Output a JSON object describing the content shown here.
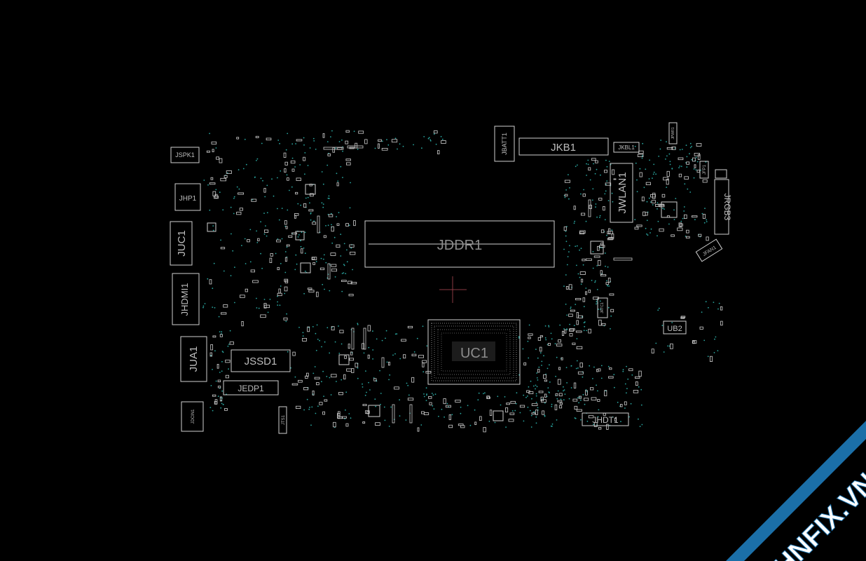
{
  "colors": {
    "background": "#000000",
    "outline": "#cfcfcf",
    "label": "#bdbdbd",
    "via": "#2aa6a0",
    "origin_marker": "#8a3a42",
    "watermark_band": "#1b6fa8"
  },
  "connectors": {
    "jkb1": "JKB1",
    "jbatt1": "JBATT1",
    "jkbl1": "JKBL1",
    "jwlan1": "JWLAN1",
    "jddr1": "JDDR1",
    "uc1": "UC1",
    "jspk1": "JSPK1",
    "jhp1": "JHP1",
    "juc1": "JUC1",
    "jhdmi1": "JHDMI1",
    "jua1": "JUA1",
    "jssd1": "JSSD1",
    "jedp1": "JEDP1",
    "jdcin1": "JDCIN1",
    "jhdt1": "JHDT1",
    "ub2": "UB2",
    "jrgb3": "JRGB3",
    "jfan1": "JFAN1",
    "jfp1": "JFP1",
    "jpwr1": "JPWR1",
    "jrtc1": "JRTC1",
    "jts1": "JTS1"
  },
  "watermark": {
    "text": "HNFIX.VN"
  }
}
